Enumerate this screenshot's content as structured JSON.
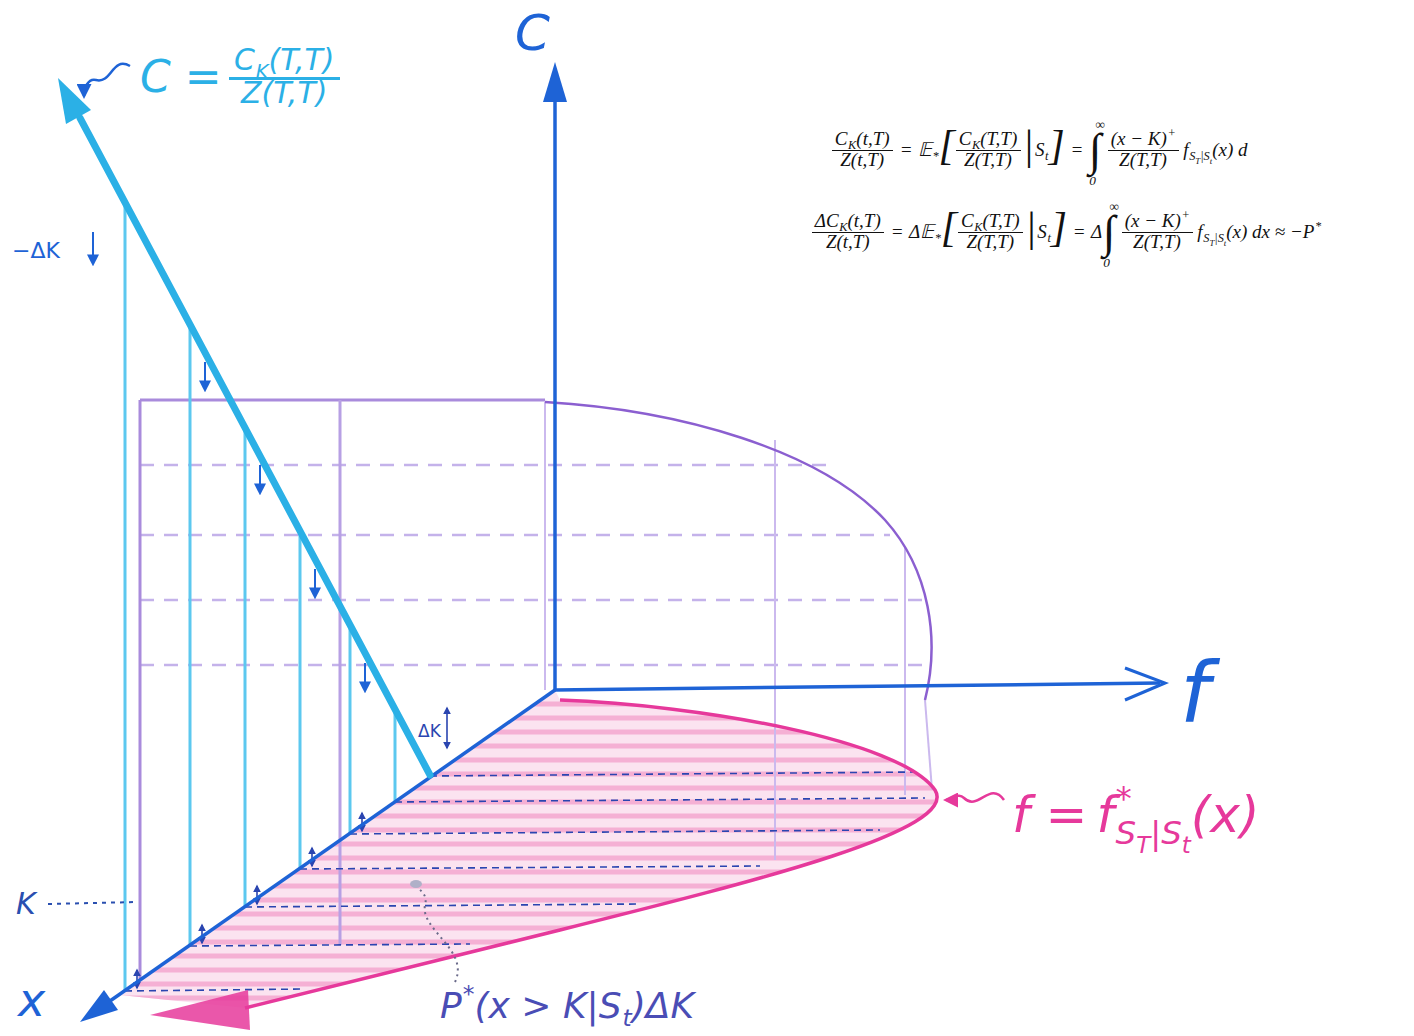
{
  "diagram": {
    "labels": [
      "C",
      "f",
      "x",
      "K",
      "−ΔK",
      "ΔK",
      "C =",
      "C",
      "K",
      "(T,T)",
      "Z(T,T)",
      "f =",
      "f",
      "*",
      "S",
      "T",
      "|S",
      "t",
      "(x)",
      "P",
      "*",
      "(x > K|S",
      "t",
      ")ΔK",
      "C",
      "K",
      "(t,T)",
      "Z(t,T)",
      "=",
      "𝔼",
      "*",
      "[",
      "C",
      "K",
      "(T,T)",
      "Z(T,T)",
      "|",
      "S",
      "t",
      "]",
      "=",
      "∫",
      "∞",
      "0",
      "(x − K)",
      "+",
      "Z(T,T)",
      "f",
      "S",
      "T",
      "|S",
      "t",
      "(x) d",
      "ΔC",
      "K",
      "(t,T)",
      "Z(t,T)",
      "=",
      "Δ𝔼",
      "*",
      "[",
      "C",
      "K",
      "(T,T)",
      "Z(T,T)",
      "|",
      "S",
      "t",
      "]",
      "=",
      "Δ",
      "∫",
      "∞",
      "0",
      "(x − K)",
      "+",
      "Z(T,T)",
      "f",
      "S",
      "T",
      "|S",
      "t",
      "(x) dx ≈ −P",
      "*"
    ]
  }
}
